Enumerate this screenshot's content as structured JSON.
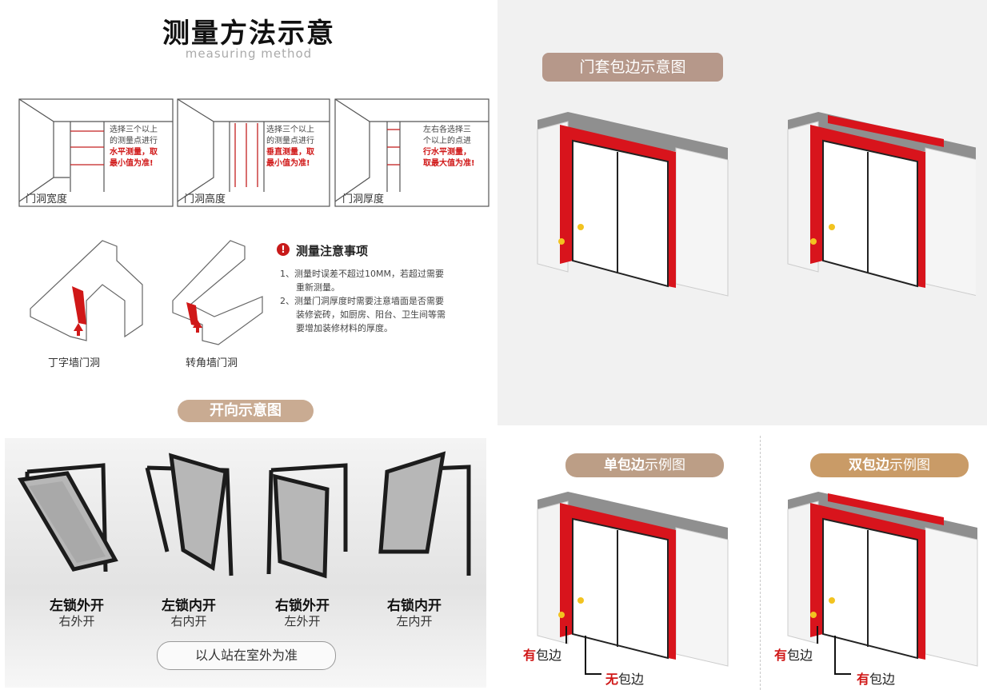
{
  "header": {
    "title": "测量方法示意",
    "subtitle": "measuring method"
  },
  "diagrams": [
    {
      "label": "门洞宽度",
      "note_lines": [
        "选择三个以上",
        "的测量点进行"
      ],
      "note_bold": [
        "水平测量，取",
        "最小值为准!"
      ]
    },
    {
      "label": "门洞高度",
      "note_lines": [
        "选择三个以上",
        "的测量点进行"
      ],
      "note_bold": [
        "垂直测量，取",
        "最小值为准!"
      ]
    },
    {
      "label": "门洞厚度",
      "note_lines": [
        "左右各选择三",
        "个以上的点进"
      ],
      "note_bold": [
        "行水平测量，",
        "取最大值为准!"
      ]
    }
  ],
  "wall_types": [
    {
      "label": "丁字墙门洞"
    },
    {
      "label": "转角墙门洞"
    }
  ],
  "notes": {
    "title": "测量注意事项",
    "items": [
      [
        "1、测量时误差不超过10MM，若超过需要",
        "重新测量。"
      ],
      [
        "2、测量门洞厚度时需要注意墙面是否需要",
        "装修瓷砖，如厨房、阳台、卫生间等需",
        "要增加装修材料的厚度。"
      ]
    ]
  },
  "opening": {
    "title": "开向示意图",
    "doors": [
      {
        "name": "左锁外开",
        "sub": "右外开"
      },
      {
        "name": "左锁内开",
        "sub": "右内开"
      },
      {
        "name": "右锁外开",
        "sub": "左外开"
      },
      {
        "name": "右锁内开",
        "sub": "左内开"
      }
    ],
    "rule": "以人站在室外为准"
  },
  "frame": {
    "title": "门套包边示意图",
    "single_bold": "单包边",
    "single_thin": "示例图",
    "double_bold": "双包边",
    "double_thin": "示例图",
    "has_red": "有",
    "has_rest": "包边",
    "none_red": "无",
    "none_rest": "包边"
  },
  "colors": {
    "frame_red": "#d8141c",
    "wall_grey": "#8f8f8f",
    "marker_yellow": "#f2c320"
  }
}
